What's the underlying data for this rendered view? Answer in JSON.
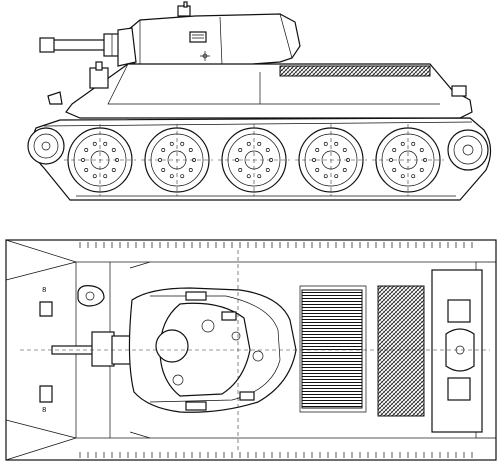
{
  "side_view": {
    "road_wheel_count": 5
  },
  "top_view": {
    "labels": [
      "8",
      "8"
    ]
  }
}
